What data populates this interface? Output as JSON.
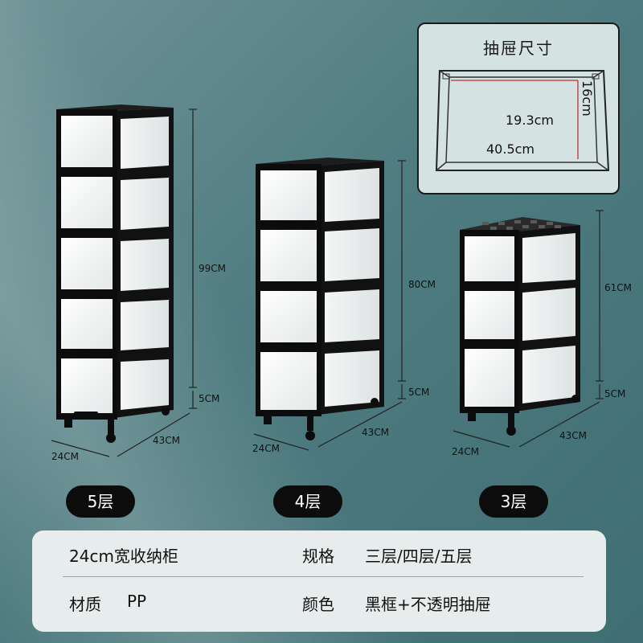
{
  "cabinets": [
    {
      "layer_label": "5层",
      "height_label": "99CM",
      "wheel_label": "5CM",
      "width_label": "24CM",
      "depth_label": "43CM"
    },
    {
      "layer_label": "4层",
      "height_label": "80CM",
      "wheel_label": "5CM",
      "width_label": "24CM",
      "depth_label": "43CM"
    },
    {
      "layer_label": "3层",
      "height_label": "61CM",
      "wheel_label": "5CM",
      "width_label": "24CM",
      "depth_label": "43CM"
    }
  ],
  "drawer_size": {
    "title": "抽屉尺寸",
    "height": "16cm",
    "width": "19.3cm",
    "depth": "40.5cm"
  },
  "specs": {
    "row1_left": "24cm宽收纳柜",
    "row1_right_label": "规格",
    "row1_right_value": "三层/四层/五层",
    "row2_left_label": "材质",
    "row2_left_value": "PP",
    "row2_right_label": "颜色",
    "row2_right_value": "黑框+不透明抽屉"
  },
  "colors": {
    "background": "#4f7c80",
    "frame": "#0c0c0c",
    "drawer": "#f1f3f3",
    "panel": "#e7ecec"
  }
}
